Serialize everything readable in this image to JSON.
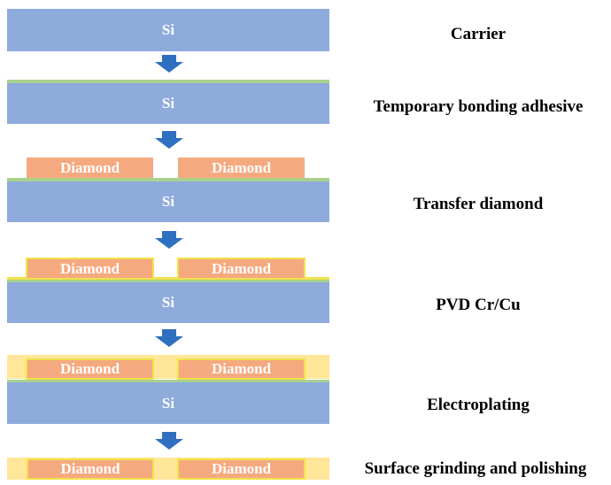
{
  "layers": {
    "si": "Si",
    "diamond": "Diamond"
  },
  "steps": [
    {
      "label": "Carrier"
    },
    {
      "label": "Temporary bonding adhesive"
    },
    {
      "label": "Transfer diamond"
    },
    {
      "label": "PVD Cr/Cu"
    },
    {
      "label": "Electroplating"
    },
    {
      "label": "Surface grinding and polishing"
    }
  ],
  "colors": {
    "silicon": "#8eabdc",
    "diamond": "#f5a97f",
    "adhesive": "#a9d18e",
    "cr_cu": "#f2e24a",
    "electroplated_cu": "#ffe699",
    "arrow": "#2f6fbf"
  }
}
